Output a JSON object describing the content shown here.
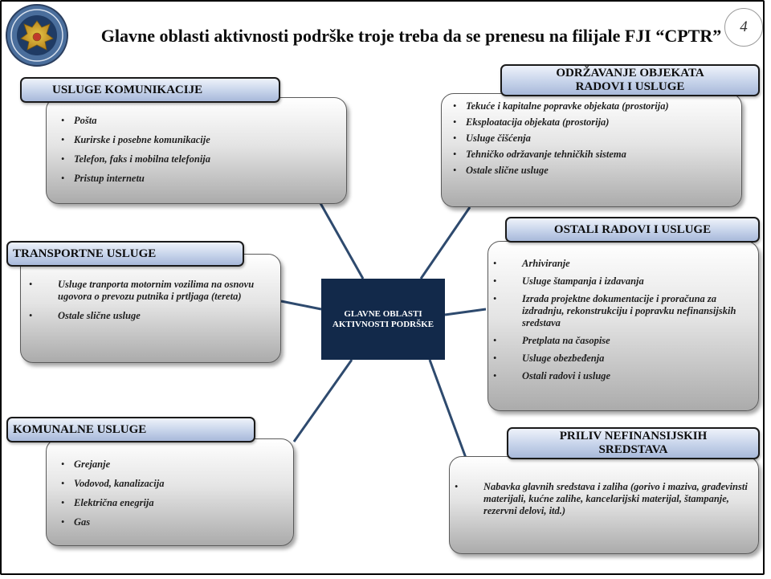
{
  "slide": {
    "title": "Glavne oblasti aktivnosti podrške troje treba da se prenesu na filijale FJI “CPTR”",
    "page_number": "4",
    "center_label": "GLAVNE OBLASTI AKTIVNOSTI PODRŠKE"
  },
  "areas": {
    "communication": {
      "title": "USLUGE KOMUNIKACIJE",
      "items": [
        "Pošta",
        "Kurirske i posebne komunikacije",
        "Telefon, faks i mobilna telefonija",
        "Pristup internetu"
      ]
    },
    "maintenance": {
      "title": "ODRŽAVANJE OBJEKATA RADOVI I USLUGE",
      "items": [
        "Tekuće i kapitalne popravke objekata (prostorija)",
        "Eksploatacija objekata (prostorija)",
        "Usluge čišćenja",
        "Tehničko održavanje tehničkih sistema",
        "Ostale slične usluge"
      ]
    },
    "transport": {
      "title": "TRANSPORTNE USLUGE",
      "items": [
        "Usluge tranporta motornim vozilima na osnovu ugovora o prevozu putnika i prtljaga (tereta)",
        "Ostale slične usluge"
      ]
    },
    "other": {
      "title": "OSTALI RADOVI I USLUGE",
      "items": [
        "Arhiviranje",
        "Usluge štampanja i izdavanja",
        "Izrada projektne dokumentacije i proračuna za izdradnju, rekonstrukciju i popravku nefinansijskih sredstava",
        "Pretplata na časopise",
        "Usluge obezbeđenja",
        "Ostali radovi i usluge"
      ]
    },
    "utilities": {
      "title": "KOMUNALNE USLUGE",
      "items": [
        "Grejanje",
        "Vodovod, kanalizacija",
        "Električna enegrija",
        "Gas"
      ]
    },
    "assets": {
      "title": "PRILIV NEFINANSIJSKIH SREDSTAVA",
      "items": [
        "Nabavka glavnih sredstava i zaliha (gorivo i maziva, građevinsti materijali, kućne zalihe, kancelarijski materijal, štampanje, rezervni delovi, itd.)"
      ]
    }
  },
  "colors": {
    "center_fill": "#12294a",
    "header_fill": "#c6d3ea",
    "connector": "#2e4a6e"
  },
  "icons": {
    "logo": "emblem-double-headed-eagle"
  }
}
